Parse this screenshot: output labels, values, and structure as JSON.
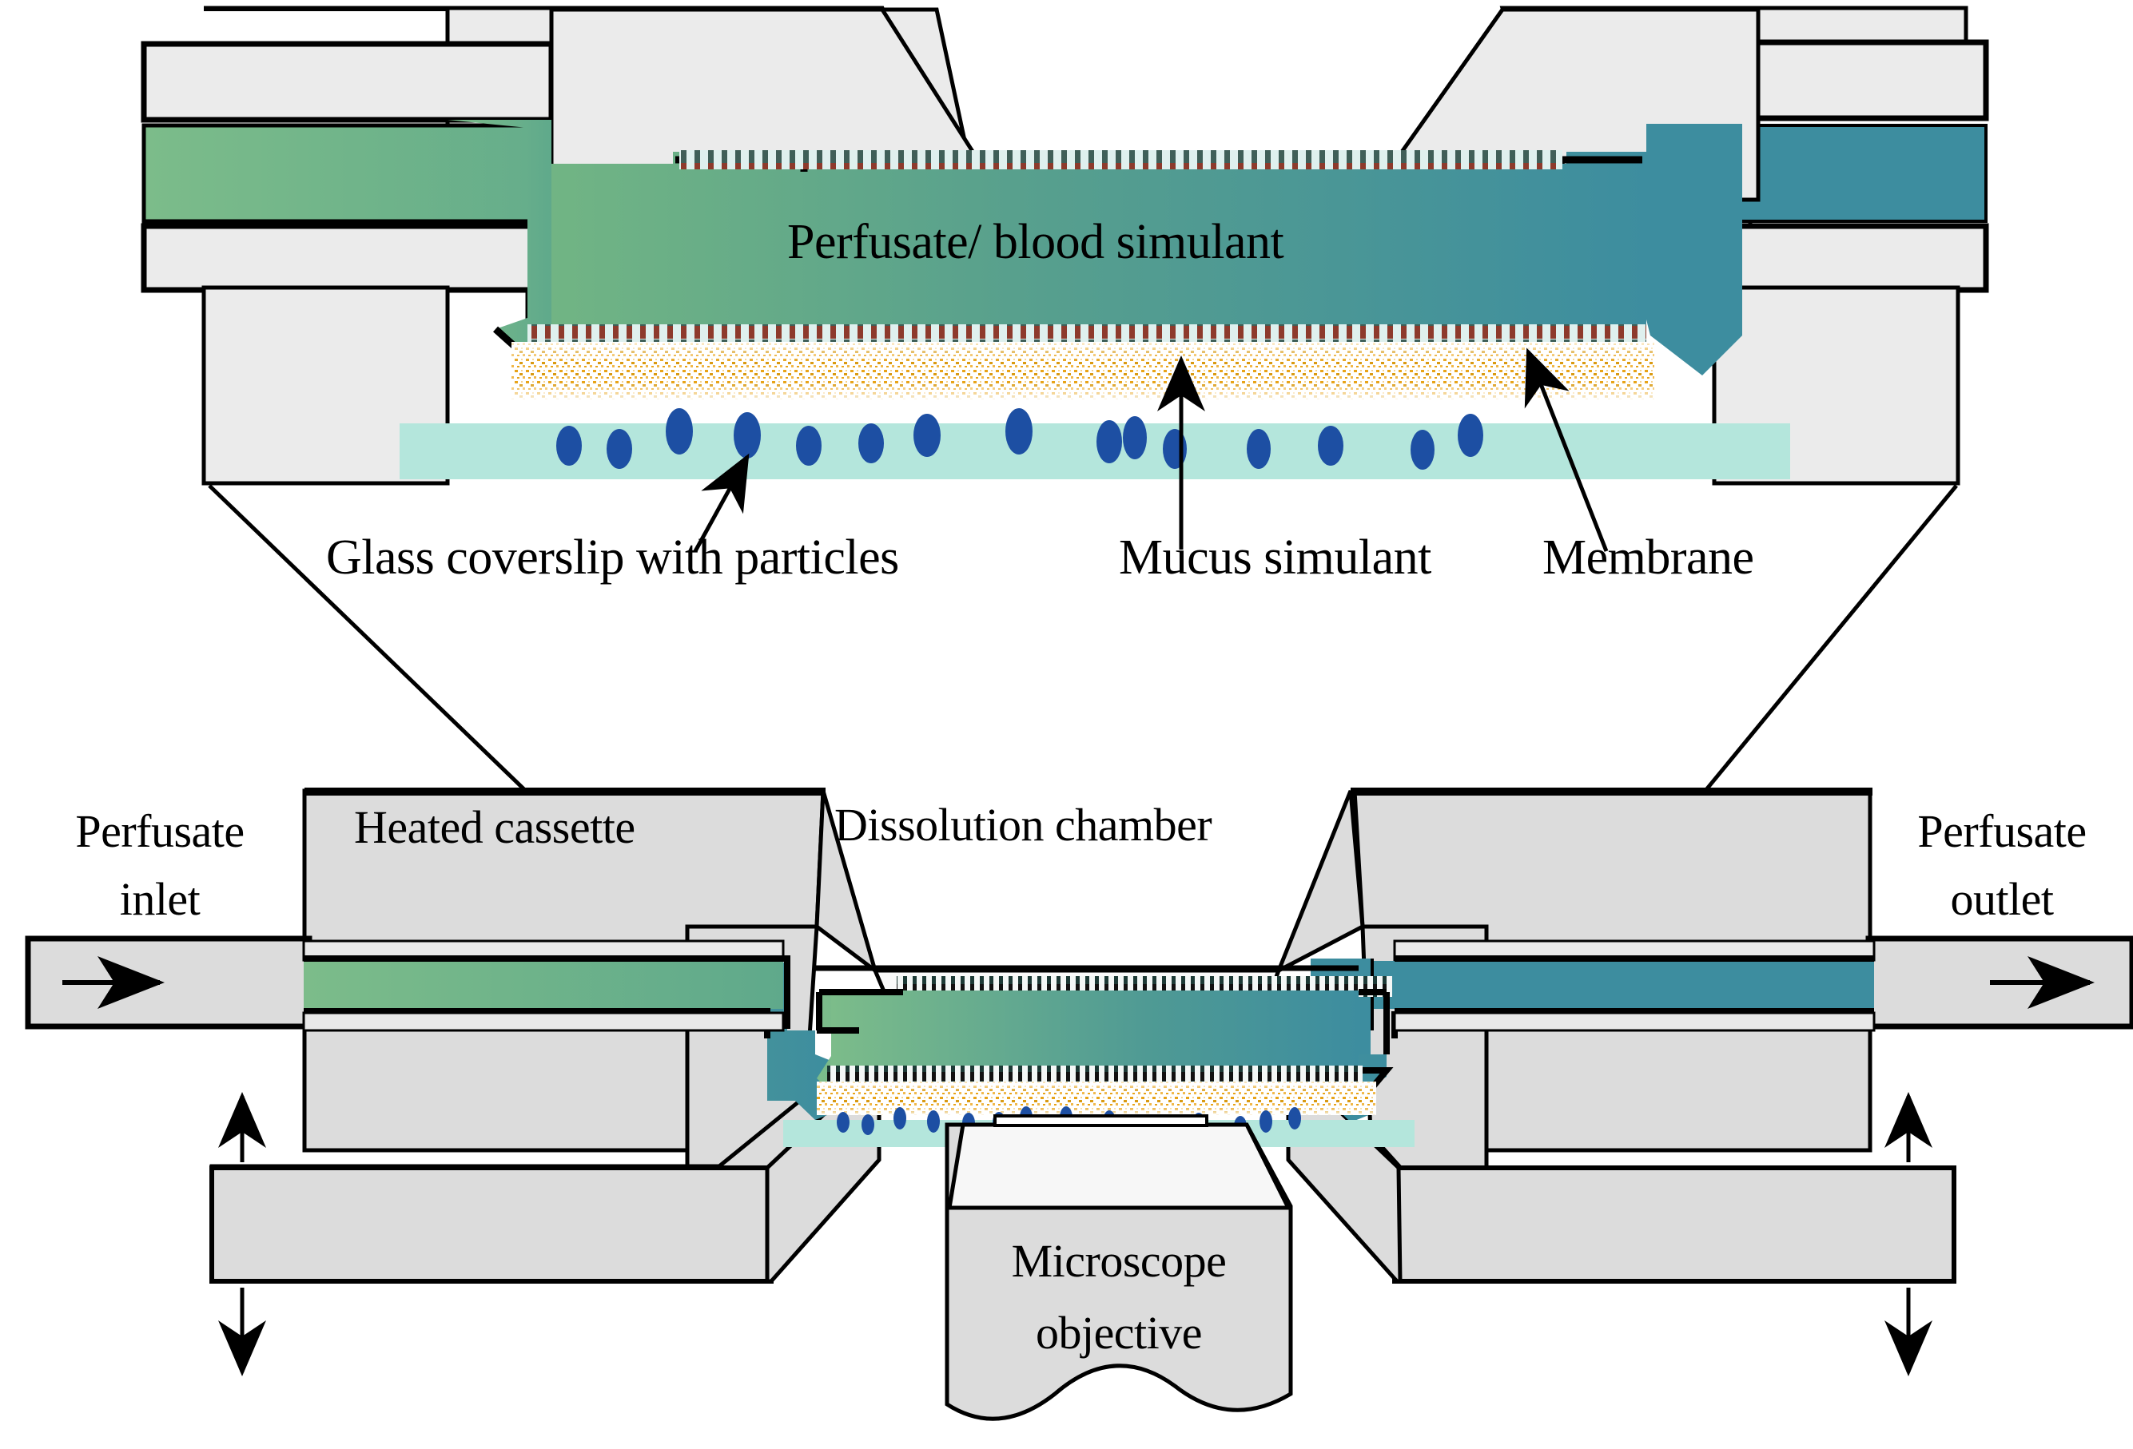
{
  "diagram": {
    "title": "Perfusion dissolution chamber cross-section",
    "labels": {
      "perfusate_blood_simulant": "Perfusate/ blood simulant",
      "glass_coverslip": "Glass coverslip with particles",
      "mucus_simulant": "Mucus simulant",
      "membrane": "Membrane",
      "perfusate_inlet_line1": "Perfusate",
      "perfusate_inlet_line2": "inlet",
      "perfusate_outlet_line1": "Perfusate",
      "perfusate_outlet_line2": "outlet",
      "heated_cassette": "Heated cassette",
      "dissolution_chamber": "Dissolution chamber",
      "microscope_objective_line1": "Microscope",
      "microscope_objective_line2": "objective"
    },
    "colors": {
      "body_gray": "#e9e9e9",
      "cassette_gray": "#dcdcdc",
      "chamber_white": "#fafafa",
      "perfusate_green": "#6cb07d",
      "perfusate_teal": "#3d8d9f",
      "mucus_orange": "#e8a317",
      "membrane_red": "#9e3b2e",
      "coverslip_mint": "#b4e6dc",
      "particle_blue": "#1d4fa3",
      "outline_black": "#000000"
    },
    "elements": {
      "particles_top_count": 15,
      "particles_bottom_count": 15,
      "flow_direction_inlet": "right",
      "flow_direction_outlet": "right",
      "stage_motion": "vertical-bidirectional"
    }
  }
}
